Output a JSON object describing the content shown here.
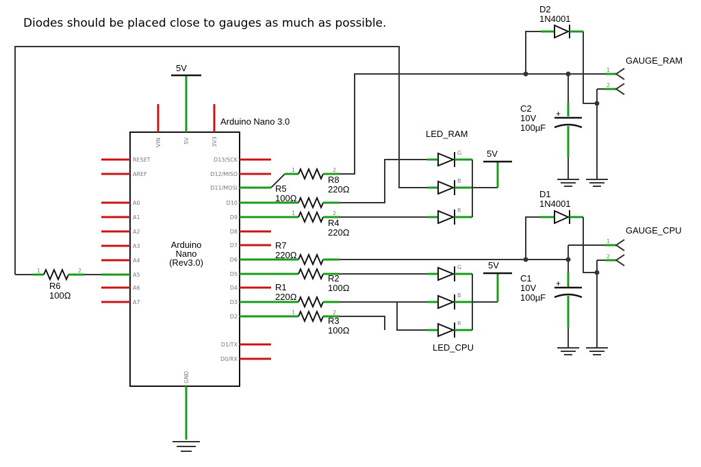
{
  "note": "Diodes should be placed close to gauges as much as possible.",
  "arduino": {
    "title": "Arduino Nano 3.0",
    "body_name": "Arduino",
    "body_name2": "Nano",
    "body_rev": "(Rev3.0)",
    "top_pins": [
      "VIN",
      "5V",
      "3V3"
    ],
    "left_pins": [
      "RESET",
      "AREF",
      "A0",
      "A1",
      "A2",
      "A3",
      "A4",
      "A5",
      "A6",
      "A7"
    ],
    "right_pins": [
      "D13/SCK",
      "D12/MISO",
      "D11/MOSI",
      "D10",
      "D9",
      "D8",
      "D7",
      "D6",
      "D5",
      "D4",
      "D3",
      "D2",
      "D1/TX",
      "D0/RX"
    ],
    "bottom_pin": "GND"
  },
  "supply": {
    "main": "5V",
    "led_ram": "5V",
    "led_cpu": "5V"
  },
  "resistors": {
    "r1": {
      "name": "R1",
      "value": "220Ω"
    },
    "r2": {
      "name": "R2",
      "value": "100Ω"
    },
    "r3": {
      "name": "R3",
      "value": "100Ω"
    },
    "r4": {
      "name": "R4",
      "value": "220Ω"
    },
    "r5": {
      "name": "R5",
      "value": "100Ω"
    },
    "r6": {
      "name": "R6",
      "value": "100Ω"
    },
    "r7": {
      "name": "R7",
      "value": "220Ω"
    },
    "r8": {
      "name": "R8",
      "value": "220Ω"
    }
  },
  "leds": {
    "ram": "LED_RAM",
    "cpu": "LED_CPU",
    "pins": [
      "G",
      "B",
      "R"
    ]
  },
  "diodes": {
    "d1": {
      "name": "D1",
      "part": "1N4001"
    },
    "d2": {
      "name": "D2",
      "part": "1N4001"
    }
  },
  "capacitors": {
    "c1": {
      "name": "C1",
      "voltage": "10V",
      "value": "100µF"
    },
    "c2": {
      "name": "C2",
      "voltage": "10V",
      "value": "100µF"
    }
  },
  "gauges": {
    "ram": "GAUGE_RAM",
    "cpu": "GAUGE_CPU"
  },
  "pin_numbers": {
    "one": "1",
    "two": "2"
  }
}
